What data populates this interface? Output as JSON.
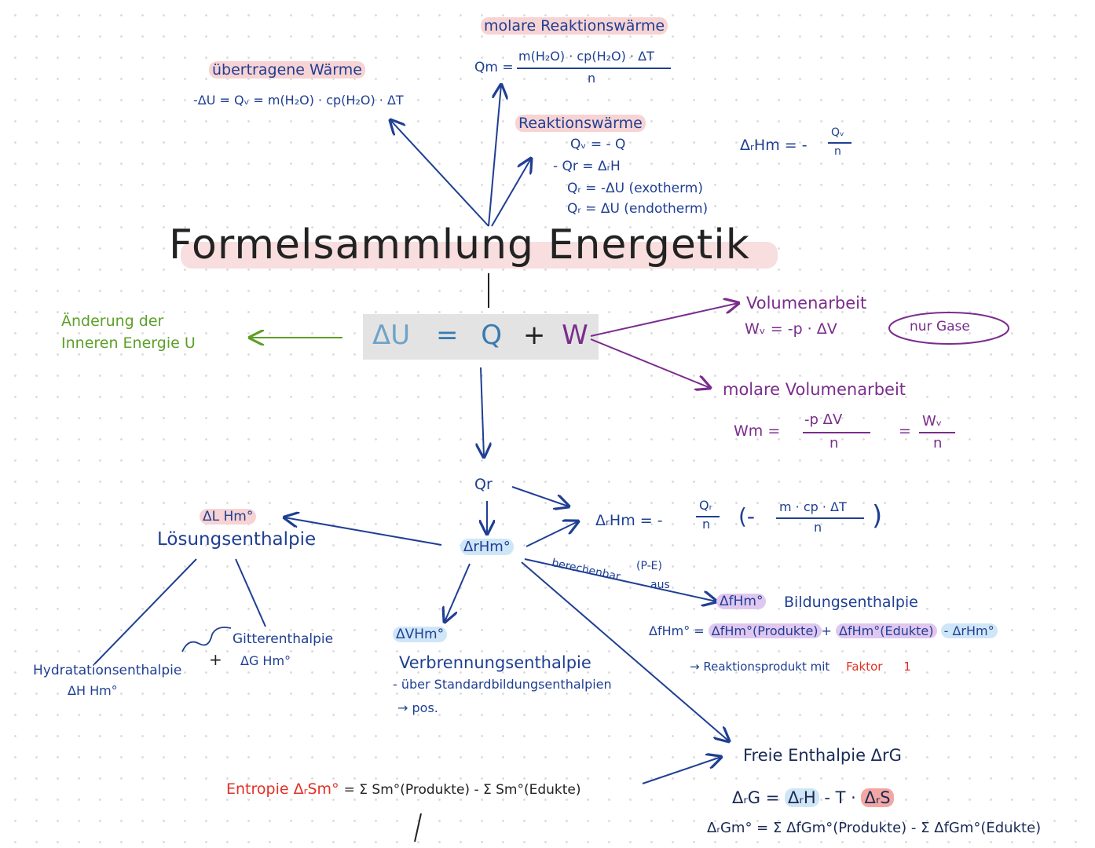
{
  "title": "Formelsammlung Energetik",
  "center": {
    "du": "ΔU",
    "eq": "=",
    "q": "Q",
    "plus": "+",
    "w": "W"
  },
  "inner_energy": {
    "line1": "Änderung der",
    "line2": "Inneren Energie U"
  },
  "uebertragene": {
    "label": "übertragene Wärme",
    "formula": "-ΔU  =  Qᵥ = m(H₂O) · cp(H₂O) · ΔT"
  },
  "molare_reaktion": {
    "label": "molare Reaktionswärme",
    "lhs": "Qm =",
    "num": "m(H₂O) · cp(H₂O) · ΔT",
    "den": "n"
  },
  "reaktionswaerme": {
    "label": "Reaktionswärme",
    "lines": [
      "Qᵥ = - Q",
      "- Qr = ΔᵣH",
      "Qᵣ = -ΔU  (exotherm)",
      "Qᵣ = ΔU    (endotherm)"
    ]
  },
  "delta_rhm_top": {
    "lhs": "ΔᵣHm = -",
    "num": "Qᵥ",
    "den": "n"
  },
  "volumenarbeit": {
    "label": "Volumenarbeit",
    "formula": "Wᵥ =  -p · ΔV",
    "note": "nur Gase"
  },
  "molare_volumenarbeit": {
    "label": "molare  Volumenarbeit",
    "lhs": "Wm =",
    "num1": "-p  ΔV",
    "den1": "n",
    "eq": "=",
    "num2": "Wᵥ",
    "den2": "n"
  },
  "qr": "Qr",
  "drhm_node": "ΔrHm°",
  "drhm_right": {
    "lhs": "ΔᵣHm =  -",
    "num": "Qᵣ",
    "den": "n",
    "paren_open": "(-",
    "num2": "m · cp · ΔT",
    "den2": "n",
    "paren_close": ")"
  },
  "loesung": {
    "symbol": "ΔL Hm°",
    "label": "Lösungsenthalpie"
  },
  "hydratation": {
    "label": "Hydratationsenthalpie",
    "plus": "+",
    "symbol": "ΔH Hm°"
  },
  "gitter": {
    "label": "Gitterenthalpie",
    "symbol": "ΔG Hm°"
  },
  "verbrennung": {
    "symbol": "ΔVHm°",
    "label": "Verbrennungsenthalpie",
    "line2": "- über Standardbildungsenthalpien",
    "line3": "→ pos."
  },
  "berechenbar": {
    "text": "berechenbar",
    "pe": "(P-E)",
    "aus": "aus"
  },
  "bildung": {
    "symbol": "ΔfHm°",
    "label": "Bildungsenthalpie",
    "lhs": "ΔfHm° =",
    "produkte": "ΔfHm°(Produkte)",
    "plus": "+",
    "edukte": "ΔfHm°(Edukte)",
    "minus": "- ΔrHm°",
    "note": "→ Reaktionsprodukt  mit",
    "faktor": "Faktor",
    "one": "1"
  },
  "freie": {
    "label": "Freie  Enthalpie  ΔrG",
    "eq1_a": "ΔᵣG =",
    "eq1_b": "ΔᵣH",
    "eq1_c": "- T ·",
    "eq1_d": "ΔᵣS",
    "eq2": "ΔᵣGm° = Σ ΔfGm°(Produkte) - Σ ΔfGm°(Edukte)"
  },
  "entropie": {
    "label": "Entropie ΔᵣSm°",
    "formula": "= Σ Sm°(Produkte) - Σ Sm°(Edukte)"
  },
  "slash": "/"
}
